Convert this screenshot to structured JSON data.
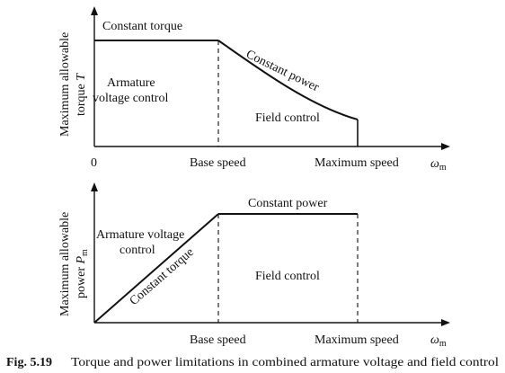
{
  "top_graph": {
    "y_label_line1": "Maximum allowable",
    "y_label_line2_text": "torque ",
    "y_label_line2_symbol": "T",
    "origin_label": "0",
    "region_constant_torque": "Constant torque",
    "region_constant_power": "Constant power",
    "region_armature_line1": "Armature",
    "region_armature_line2": "voltage control",
    "region_field": "Field control",
    "x_tick_base": "Base speed",
    "x_tick_max": "Maximum speed",
    "x_axis_symbol": "ω",
    "x_axis_subscript": "m"
  },
  "bottom_graph": {
    "y_label_line1": "Maximum allowable",
    "y_label_line2_text": "power ",
    "y_label_line2_symbol": "P",
    "y_label_line2_subscript": "m",
    "region_constant_power": "Constant power",
    "region_armature_line1": "Armature voltage",
    "region_armature_line2": "control",
    "region_constant_torque": "Constant torque",
    "region_field": "Field control",
    "x_tick_base": "Base speed",
    "x_tick_max": "Maximum speed",
    "x_axis_symbol": "ω",
    "x_axis_subscript": "m"
  },
  "caption": {
    "number": "Fig. 5.19",
    "text": "Torque and power limitations in combined armature voltage and field control"
  }
}
